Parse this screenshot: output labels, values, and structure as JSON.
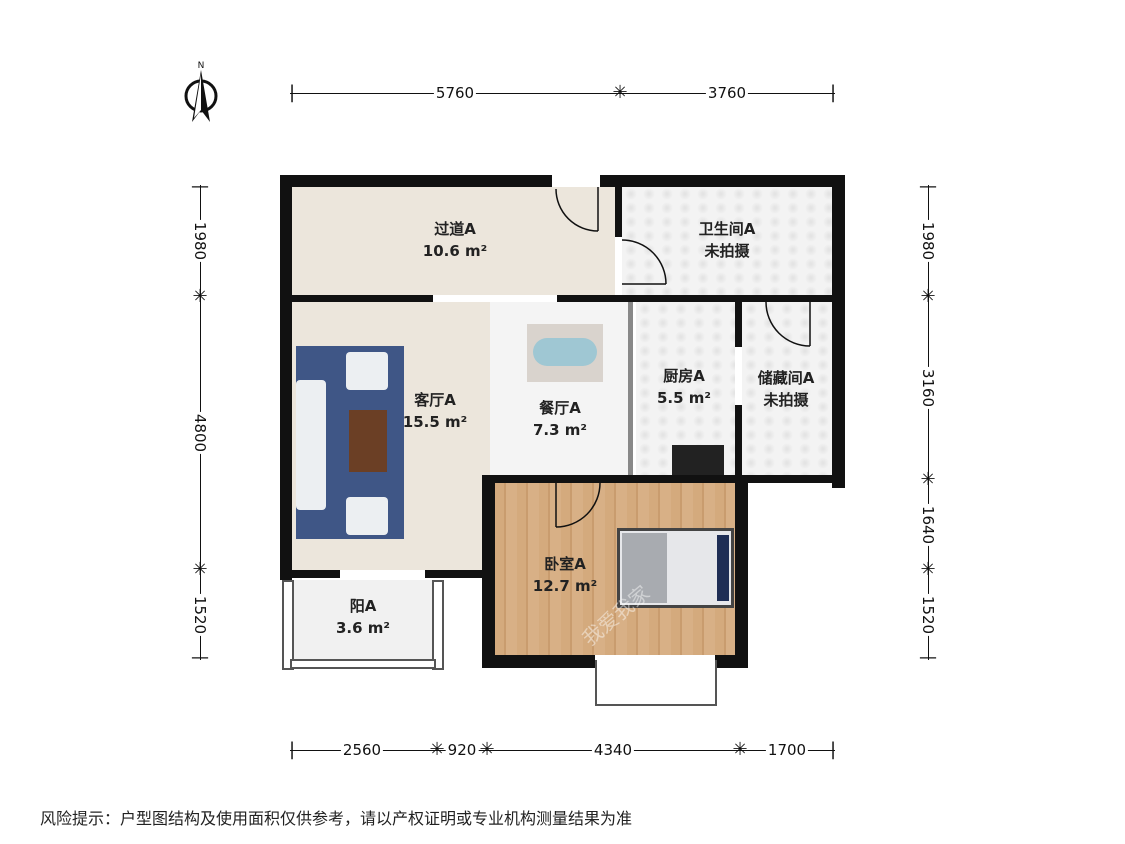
{
  "compass": {
    "label": "N"
  },
  "rooms": {
    "hallway": {
      "name": "过道A",
      "area": "10.6 m²"
    },
    "bathroom": {
      "name": "卫生间A",
      "note": "未拍摄"
    },
    "living": {
      "name": "客厅A",
      "area": "15.5 m²"
    },
    "dining": {
      "name": "餐厅A",
      "area": "7.3 m²"
    },
    "kitchen": {
      "name": "厨房A",
      "area": "5.5 m²"
    },
    "storage": {
      "name": "储藏间A",
      "note": "未拍摄"
    },
    "bedroom": {
      "name": "卧室A",
      "area": "12.7 m²"
    },
    "balcony": {
      "name": "阳A",
      "area": "3.6 m²"
    }
  },
  "dimensions": {
    "top": [
      "5760",
      "3760"
    ],
    "bottom": [
      "2560",
      "920",
      "4340",
      "1700"
    ],
    "left": [
      "1980",
      "4800",
      "1520"
    ],
    "right": [
      "1980",
      "3160",
      "1640",
      "1520"
    ]
  },
  "watermark": "我爱我家",
  "disclaimer": "风险提示：户型图结构及使用面积仅供参考，请以产权证明或专业机构测量结果为准"
}
